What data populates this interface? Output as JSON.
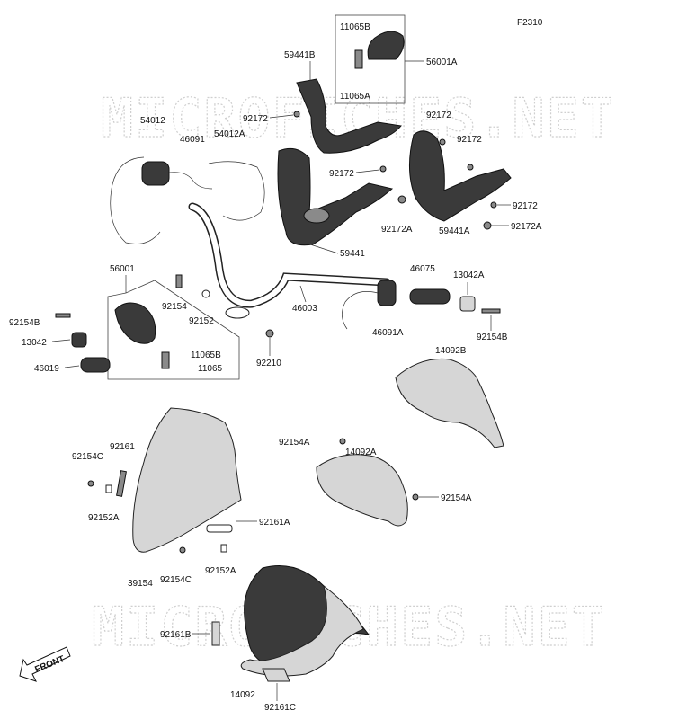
{
  "diagram": {
    "code": "F2310",
    "watermark": "MICROFICHES.NET",
    "front_label": "FRONT",
    "parts": {
      "p11065B_top": "11065B",
      "p11065A": "11065A",
      "p56001A": "56001A",
      "p59441B": "59441B",
      "p92172_a": "92172",
      "p92172_b": "92172",
      "p92172_c": "92172",
      "p92172_d": "92172",
      "p92172_e": "92172",
      "p92172A_a": "92172A",
      "p92172A_b": "92172A",
      "p59441": "59441",
      "p59441A": "59441A",
      "p54012": "54012",
      "p46091": "46091",
      "p54012A": "54012A",
      "p56001": "56001",
      "p92154": "92154",
      "p92152": "92152",
      "p46003": "46003",
      "p46075": "46075",
      "p13042A": "13042A",
      "p46091A": "46091A",
      "p92154B_right": "92154B",
      "p92154B_left": "92154B",
      "p13042": "13042",
      "p46019": "46019",
      "p11065B_bottom": "11065B",
      "p11065": "11065",
      "p92210": "92210",
      "p14092B": "14092B",
      "p92154A_a": "92154A",
      "p14092A": "14092A",
      "p92154A_b": "92154A",
      "p92154C_a": "92154C",
      "p92161": "92161",
      "p92152A_a": "92152A",
      "p92161A": "92161A",
      "p39154": "39154",
      "p92154C_b": "92154C",
      "p92152A_b": "92152A",
      "p92161B": "92161B",
      "p14092": "14092",
      "p92161C": "92161C"
    }
  }
}
